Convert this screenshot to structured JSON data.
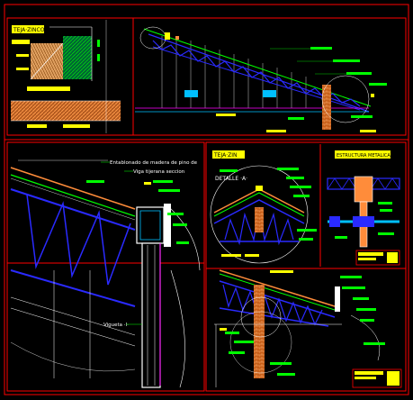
{
  "sheet": {
    "colors": {
      "background": "#000000",
      "frame": "#ff0000",
      "truss": "#2a2aff",
      "label_box": "#ffff00",
      "annotation": "#00ff00",
      "note_text": "#ffffff",
      "steel": "#00bfff",
      "wood": "#ff8c3a",
      "dimension": "#ff00ff",
      "light_wood": "#d8a060"
    },
    "panels": {
      "top_left_title": "TEJA·ZINCO",
      "large_detail": {
        "note1": "Entablonado de madera de pino de",
        "note2": "Viga tijerana seccion",
        "note3": "Vigueta ·I·"
      },
      "middle_right_title": "TEJA·ZIN",
      "detail_label": "DETALLE ·A·",
      "steel_title": "ESTRUCTURA METALICA"
    }
  }
}
